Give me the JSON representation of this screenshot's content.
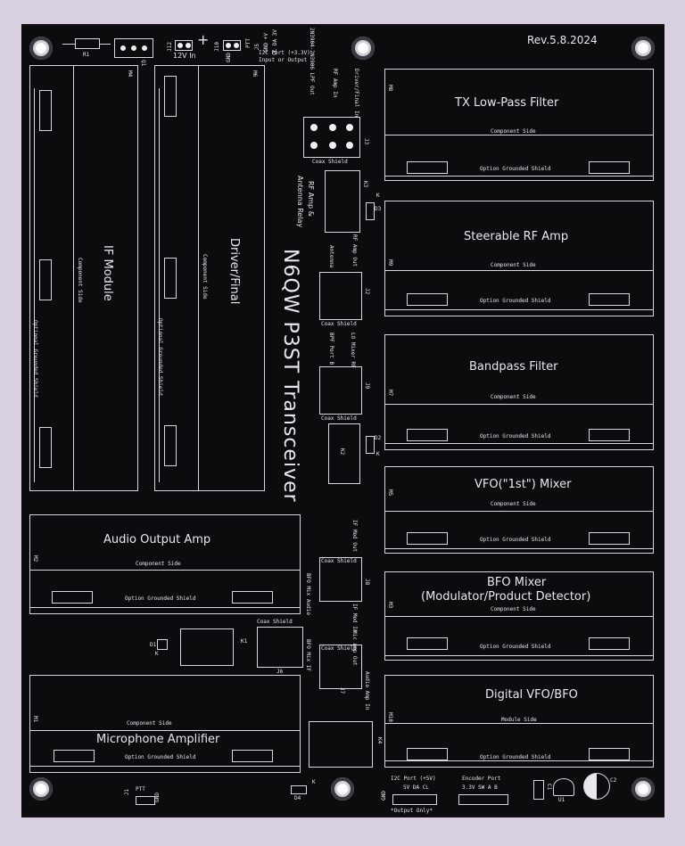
{
  "board": {
    "revision": "Rev.5.8.2024",
    "main_title": "N6QW P3ST Transceiver"
  },
  "modules": {
    "tx_lpf": {
      "ref": "M8",
      "title": "TX Low-Pass Filter",
      "sub": "Component Side",
      "shield": "Option Grounded Shield"
    },
    "rf_amp": {
      "ref": "M9",
      "title": "Steerable RF Amp",
      "sub": "Component Side",
      "shield": "Option Grounded Shield"
    },
    "bpf": {
      "ref": "M7",
      "title": "Bandpass Filter",
      "sub": "Component Side",
      "shield": "Option Grounded Shield"
    },
    "vfo_mixer": {
      "ref": "M5",
      "title": "VFO(\"1st\") Mixer",
      "sub": "Component Side",
      "shield": "Option Grounded Shield"
    },
    "bfo_mixer": {
      "ref": "M3",
      "title": "BFO Mixer",
      "title2": "(Modulator/Product Detector)",
      "sub": "Component Side",
      "shield": "Option Grounded Shield"
    },
    "digital_vfo": {
      "ref": "M10",
      "title": "Digital VFO/BFO",
      "sub": "Module Side",
      "shield": "Option Grounded Shield"
    },
    "audio_out": {
      "ref": "M2",
      "title": "Audio Output Amp",
      "sub": "Component Side",
      "shield": "Option Grounded Shield"
    },
    "mic_amp": {
      "ref": "M1",
      "title": "Microphone Amplifier",
      "sub": "Component Side",
      "shield": "Option Grounded Shield"
    },
    "if_module": {
      "ref": "M4",
      "title": "IF Module",
      "sub": "Component Side",
      "shield": "Optional Grounded Shield"
    },
    "driver_final": {
      "ref": "M6",
      "title": "Driver/Final",
      "sub": "Component Side",
      "shield": "Optional Grounded Shield"
    }
  },
  "top_parts": {
    "r1": "R1",
    "q1": "Q1",
    "j12": "J12",
    "j12_label": "12V In",
    "plus": "+",
    "j10": "J10",
    "j10_label": "GND",
    "j10_label2": "PTT",
    "j5": "J5",
    "i2c_top": "I2C Port (+3.3V)",
    "i2c_top2": "Input or Output",
    "i2c_pins": "CL DA 3V",
    "i2c_pins2": "GND +V",
    "lpf_label": "2N3904-2N3906 LPF Out",
    "rf_amp_in": "RF Amp In",
    "driver_final_in": "Driver/Final In"
  },
  "center_parts": {
    "j3": "J3",
    "coax1": "Coax Shield",
    "k3": "K3",
    "rf_relay": "RF Amp &",
    "rf_relay2": "Antenna Relay",
    "rf_amp_out": "RF Amp Out",
    "antenna": "Antenna",
    "d3": "D3",
    "k_d3": "K",
    "j2": "J2",
    "coax2": "Coax Shield",
    "bpf_port_b": "BPF Port B",
    "lo_mixer_rf": "LO Mixer RF",
    "j9": "J9",
    "coax3": "Coax Shield",
    "k2": "K2",
    "d2": "D2",
    "k_d2": "K",
    "if_mod_out": "IF Mod Out",
    "bfo_mix_audio": "BFO Mix Audio",
    "bfo_mix_if": "BFO Mix IF",
    "if_mod_in": "IF Mod In",
    "j8": "J8",
    "coax4": "Coax Shield",
    "mic_amp_out": "Mic Amp Out",
    "audio_amp_in": "Audio Amp In",
    "j7": "J7",
    "coax5": "Coax Shield",
    "k1": "K1",
    "j6": "J6",
    "coax6": "Coax Shield",
    "d1": "D1",
    "k_d1": "K",
    "k4": "K4"
  },
  "bottom_parts": {
    "j1": "J1",
    "ptt": "PTT",
    "gnd": "GND",
    "d4": "D4",
    "k_d4": "K",
    "i2c_bottom": "I2C Port (+5V)",
    "i2c_bottom_pins": "5V DA CL",
    "i2c_gnd": "GND",
    "output_only": "*Output Only*",
    "encoder": "Encoder Port",
    "encoder_pins": "3.3V SW A B",
    "c1": "C1",
    "u1": "U1",
    "c2": "C2",
    "c2_plus": "+"
  }
}
